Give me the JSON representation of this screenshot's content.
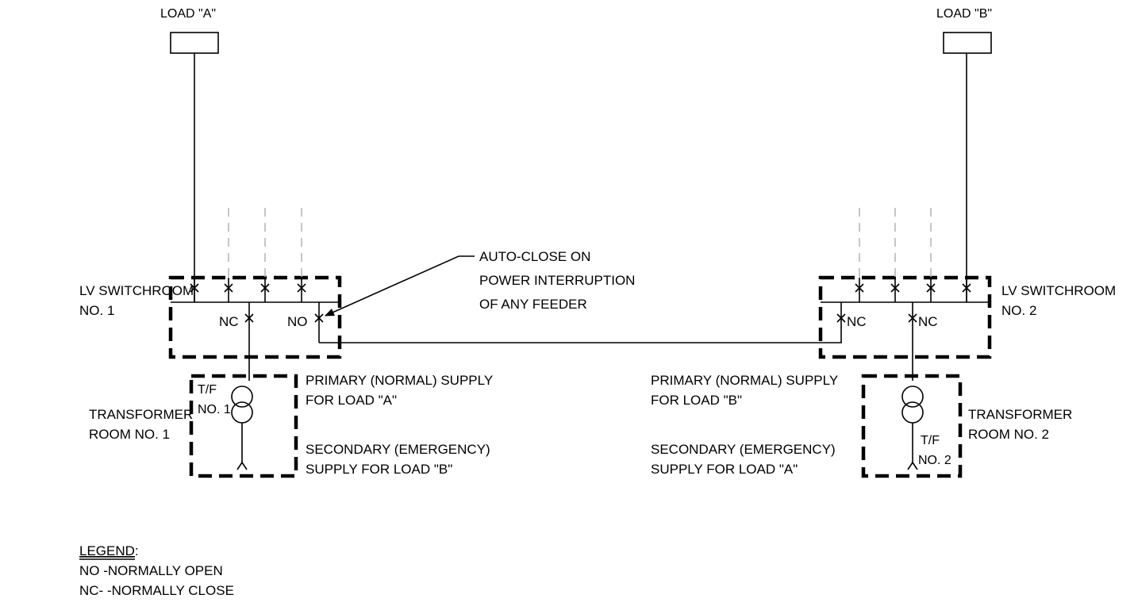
{
  "loads": {
    "a": "LOAD \"A\"",
    "b": "LOAD \"B\""
  },
  "switchroom_1": {
    "line1": "LV SWITCHROOM",
    "line2": "NO. 1"
  },
  "switchroom_2": {
    "line1": "LV SWITCHROOM",
    "line2": "NO. 2"
  },
  "breaker_states": {
    "sr1_incomer": "NC",
    "sr1_bus_tie": "NO",
    "sr2_bus_tie": "NC",
    "sr2_incomer": "NC"
  },
  "auto_close_note": {
    "line1": "AUTO-CLOSE ON",
    "line2": "POWER INTERRUPTION",
    "line3": "OF ANY FEEDER"
  },
  "transformer_1": {
    "tag_line1": "T/F",
    "tag_line2": "NO. 1",
    "room_line1": "TRANSFORMER",
    "room_line2": "ROOM NO. 1",
    "primary_line1": "PRIMARY (NORMAL) SUPPLY",
    "primary_line2": "FOR LOAD \"A\"",
    "secondary_line1": "SECONDARY (EMERGENCY)",
    "secondary_line2": "SUPPLY FOR LOAD \"B\""
  },
  "transformer_2": {
    "tag_line1": "T/F",
    "tag_line2": "NO. 2",
    "room_line1": "TRANSFORMER",
    "room_line2": "ROOM NO. 2",
    "primary_line1": "PRIMARY (NORMAL) SUPPLY",
    "primary_line2": "FOR LOAD \"B\"",
    "secondary_line1": "SECONDARY (EMERGENCY)",
    "secondary_line2": "SUPPLY FOR LOAD \"A\""
  },
  "legend": {
    "title": "LEGEND",
    "title_suffix": ":",
    "items": [
      "NO -NORMALLY OPEN",
      "NC- -NORMALLY CLOSE"
    ]
  },
  "colors": {
    "line": "#000000",
    "spare_feeder": "#b8b8b8",
    "background": "#ffffff"
  }
}
